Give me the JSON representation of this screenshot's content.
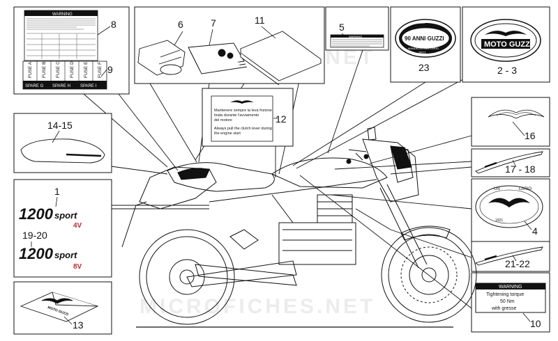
{
  "callouts": {
    "c1": "1",
    "c2_3": "2 - 3",
    "c4": "4",
    "c5": "5",
    "c6": "6",
    "c7": "7",
    "c8": "8",
    "c9": "9",
    "c10": "10",
    "c11": "11",
    "c12": "12",
    "c13": "13",
    "c14_15": "14-15",
    "c16": "16",
    "c17_18": "17 - 18",
    "c19_20": "19-20",
    "c21_22": "21-22",
    "c23": "23"
  },
  "decal_1": {
    "model_text": "1200",
    "sport_text": "sport",
    "badge": "4V"
  },
  "decal_19_20": {
    "model_text": "1200",
    "sport_text": "sport",
    "badge": "8V"
  },
  "logo_2_3": {
    "text": "MOTO GUZZI"
  },
  "badge_23": {
    "top": "1921",
    "text": "90 ANNI GUZZI",
    "place": "MANDELLO DEL LARIO",
    "bottom": "2011"
  },
  "label_4": {
    "top": "UN",
    "right": "LARIO",
    "bottom": "1921"
  },
  "label_8": {
    "header": "WARNING"
  },
  "fuses": {
    "row1": [
      "FUSE A",
      "FUSE B",
      "FUSE C",
      "FUSE D",
      "FUSE E",
      "FUSE F"
    ],
    "row2": [
      "SPARE G",
      "SPARE H",
      "SPARE I"
    ]
  },
  "label_10": {
    "header": "WARNING",
    "lines": [
      "Tightening torque",
      "50 Nm",
      "with gresse"
    ]
  },
  "label_12": {
    "it_lines": [
      "Mantenere sempre la leva frizione",
      "tirata durante l'avviamento",
      "del motore"
    ],
    "en_lines": [
      "Always pull the clutch lever during",
      "the engine start"
    ]
  },
  "label_5": {
    "header": "WARNING"
  },
  "cover_13": {
    "text": "MOTO GUZZI"
  },
  "watermark": {
    "top": "MICROFICHES.NET",
    "bottom": "MICROFICHES.NET"
  },
  "colors": {
    "line": "#111111",
    "badge_red": "#c62828",
    "watermark": "#ececec"
  }
}
